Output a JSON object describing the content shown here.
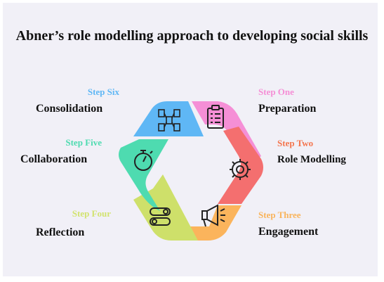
{
  "title": "Abner’s role modelling approach to developing social skills",
  "steps": [
    {
      "label": "Step One",
      "name": "Preparation",
      "color": "#f58fd6",
      "icon": "clipboard-icon"
    },
    {
      "label": "Step Two",
      "name": "Role Modelling",
      "color": "#f46f6f",
      "icon": "gear-icon"
    },
    {
      "label": "Step Three",
      "name": "Engagement",
      "color": "#fbb45c",
      "icon": "megaphone-icon"
    },
    {
      "label": "Step Four",
      "name": "Reflection",
      "color": "#cee06a",
      "icon": "toggle-icon"
    },
    {
      "label": "Step Five",
      "name": "Collaboration",
      "color": "#4edbb0",
      "icon": "stopwatch-icon"
    },
    {
      "label": "Step Six",
      "name": "Consolidation",
      "color": "#5fb7f5",
      "icon": "document-network-icon"
    }
  ],
  "label_colors": [
    "#f58fd6",
    "#f4764f",
    "#f9b45c",
    "#d2e36f",
    "#4edbb0",
    "#5fb7f5"
  ]
}
